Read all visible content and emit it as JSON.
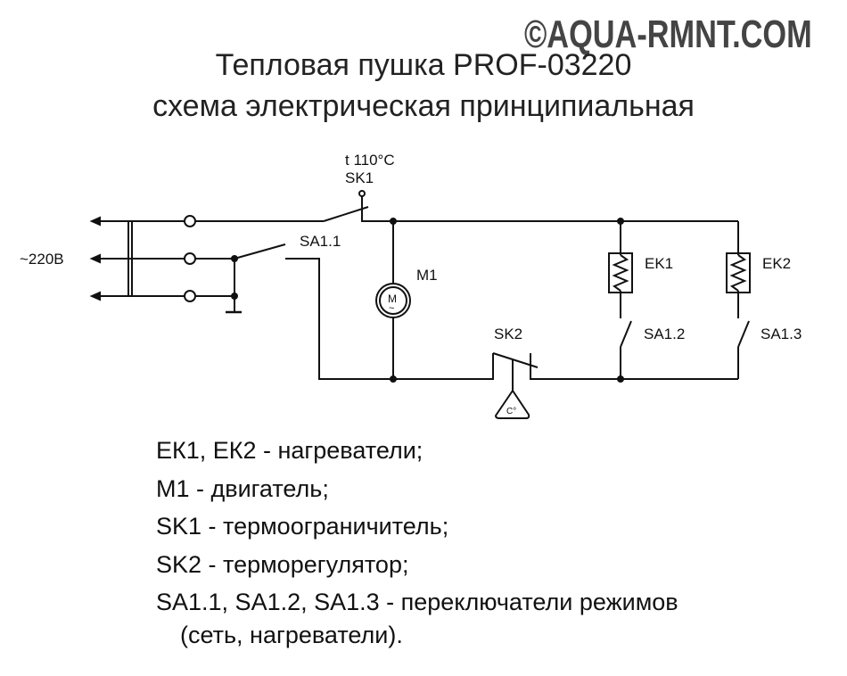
{
  "watermark": "©AQUA-RMNT.COM",
  "title": {
    "line1": "Тепловая пушка PROF-03220",
    "line2": "схема электрическая принципиальная"
  },
  "diagram": {
    "supply_label": "~220В",
    "sk1_temp": "t 110°C",
    "sk1": "SK1",
    "sa11": "SA1.1",
    "m1": "M1",
    "motor_symbol": "M",
    "motor_ac": "~",
    "sk2": "SK2",
    "sensor": "C°",
    "ek1": "EK1",
    "ek2": "EK2",
    "sa12": "SA1.2",
    "sa13": "SA1.3"
  },
  "legend": [
    "ЕК1, ЕК2 - нагреватели;",
    "М1 - двигатель;",
    "SK1 - термоограничитель;",
    "SK2 - терморегулятор;",
    "SA1.1, SA1.2, SA1.3 - переключатели режимов",
    "(сеть, нагреватели)."
  ]
}
